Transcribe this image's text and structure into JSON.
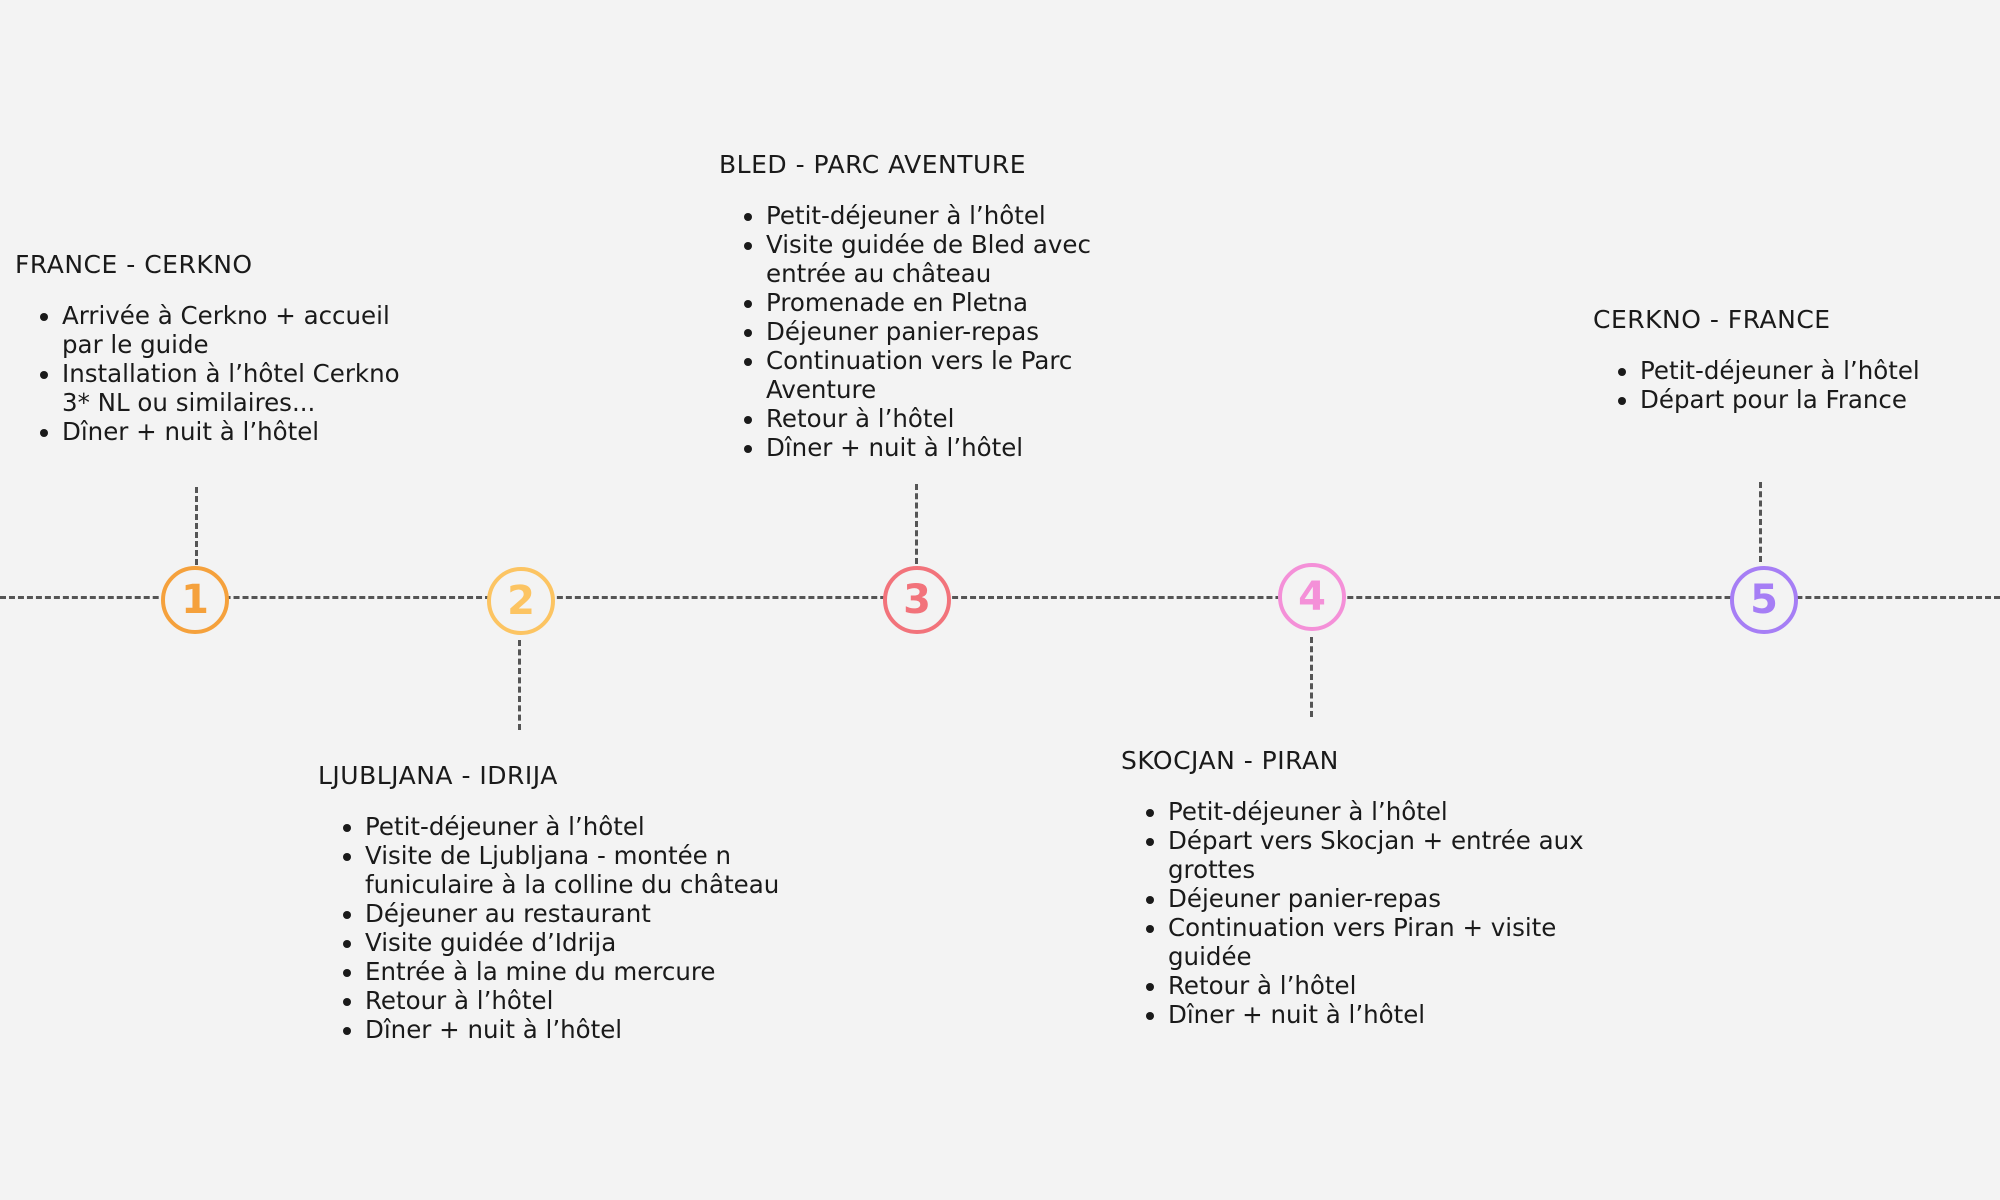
{
  "steps": [
    {
      "number": "1",
      "color": "#f5a13c",
      "title": "FRANCE - CERKNO",
      "items": [
        "Arrivée à Cerkno + accueil par le guide",
        "Installation à l’hôtel Cerkno 3* NL ou similaires...",
        "Dîner + nuit à l’hôtel"
      ]
    },
    {
      "number": "2",
      "color": "#fcc462",
      "title": "LJUBLJANA - IDRIJA",
      "items": [
        "Petit-déjeuner à l’hôtel",
        "Visite de Ljubljana - montée n funiculaire à la colline du château",
        "Déjeuner au restaurant",
        "Visite guidée d’Idrija",
        "Entrée à la mine du mercure",
        "Retour à l’hôtel",
        "Dîner + nuit à l’hôtel"
      ]
    },
    {
      "number": "3",
      "color": "#f2737b",
      "title": "BLED - PARC AVENTURE",
      "items": [
        "Petit-déjeuner à l’hôtel",
        "Visite guidée de Bled avec entrée au château",
        "Promenade en Pletna",
        "Déjeuner panier-repas",
        "Continuation vers le Parc Aventure",
        "Retour à l’hôtel",
        "Dîner + nuit à l’hôtel"
      ]
    },
    {
      "number": "4",
      "color": "#f490d8",
      "title": "SKOCJAN - PIRAN",
      "items": [
        "Petit-déjeuner à l’hôtel",
        "Départ vers Skocjan + entrée aux grottes",
        "Déjeuner panier-repas",
        "Continuation vers Piran + visite guidée",
        "Retour à l’hôtel",
        "Dîner + nuit à l’hôtel"
      ]
    },
    {
      "number": "5",
      "color": "#a67ef5",
      "title": "CERKNO - FRANCE",
      "items": [
        "Petit-déjeuner à l’hôtel",
        "Départ pour la France"
      ]
    }
  ]
}
